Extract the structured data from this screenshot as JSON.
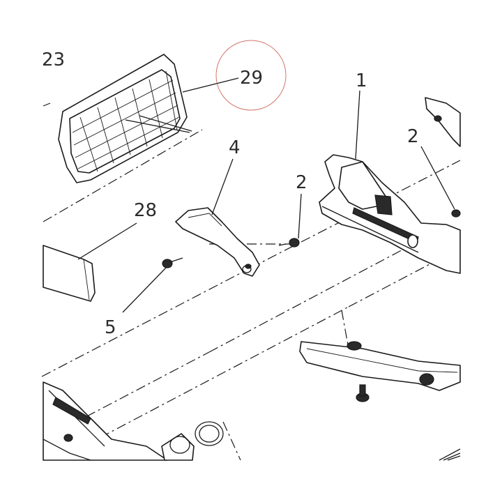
{
  "diagram": {
    "callouts": [
      {
        "id": "23",
        "text": "23"
      },
      {
        "id": "29",
        "text": "29"
      },
      {
        "id": "1",
        "text": "1"
      },
      {
        "id": "2a",
        "text": "2"
      },
      {
        "id": "4",
        "text": "4"
      },
      {
        "id": "2b",
        "text": "2"
      },
      {
        "id": "28",
        "text": "28"
      },
      {
        "id": "5",
        "text": "5"
      }
    ],
    "highlight_color": "#c0392b"
  }
}
